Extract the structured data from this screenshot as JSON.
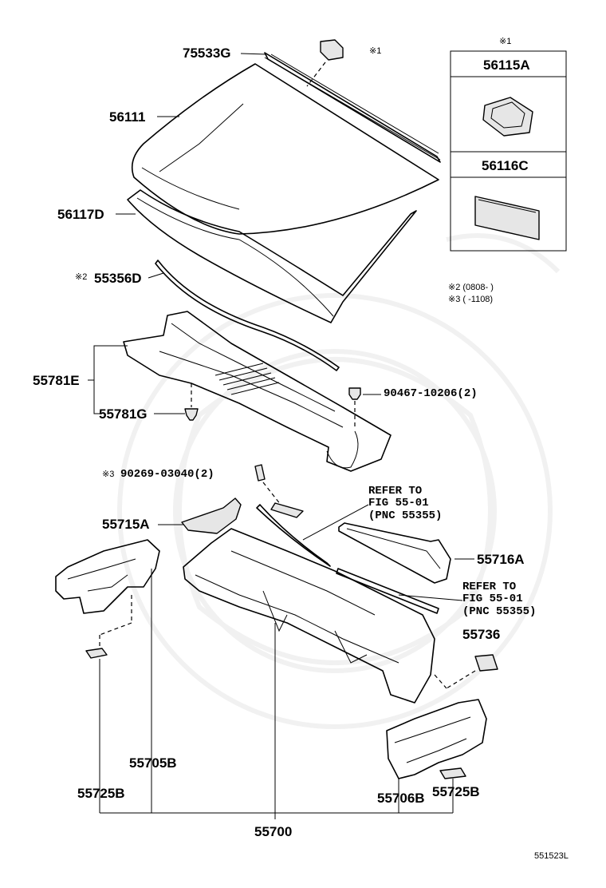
{
  "labels": {
    "p75533G": "75533G",
    "mark1_top": "※1",
    "p56111": "56111",
    "p56117D": "56117D",
    "p55356D": "55356D",
    "mark2_55356D": "※2",
    "p55781E": "55781E",
    "p55781G": "55781G",
    "p90467": "90467-10206(2)",
    "p90269": "90269-03040(2)",
    "mark3_90269": "※3",
    "p55715A": "55715A",
    "refer1": "REFER TO\nFIG 55-01\n(PNC 55355)",
    "p55716A": "55716A",
    "refer2": "REFER TO\nFIG 55-01\n(PNC 55355)",
    "p55736": "55736",
    "p55705B": "55705B",
    "p55725B_left": "55725B",
    "p55706B": "55706B",
    "p55725B_right": "55725B",
    "p55700": "55700",
    "figure_code": "551523L"
  },
  "inset": {
    "mark": "※1",
    "top_part": "56115A",
    "bottom_part": "56116C"
  },
  "notes": {
    "note2": "※2 (0808-      )",
    "note3": "※3 (       -1108)"
  }
}
